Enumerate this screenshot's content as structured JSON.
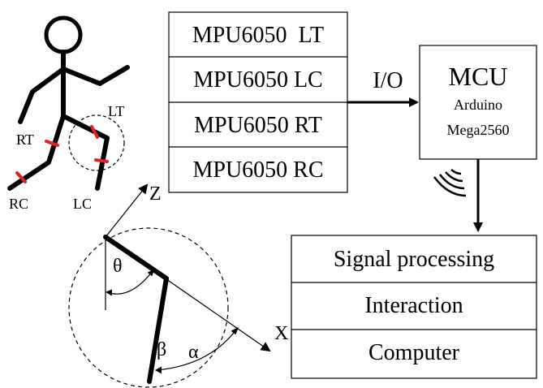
{
  "sensors": {
    "items": [
      "MPU6050  LT",
      "MPU6050 LC",
      "MPU6050 RT",
      "MPU6050 RC"
    ]
  },
  "connector": {
    "io_label": "I/O"
  },
  "mcu": {
    "title": "MCU",
    "line1": "Arduino",
    "line2": "Mega2560"
  },
  "pipeline": {
    "items": [
      "Signal processing",
      "Interaction",
      "Computer"
    ]
  },
  "figure_labels": {
    "lt": "LT",
    "rt": "RT",
    "rc": "RC",
    "lc": "LC"
  },
  "axes": {
    "z": "Z",
    "x": "X",
    "theta": "θ",
    "beta": "β",
    "alpha": "α"
  },
  "colors": {
    "stroke": "#000000",
    "sensor_marker": "#e52222"
  },
  "icons": [
    "stick-figure-icon",
    "wireless-signal-icon"
  ]
}
